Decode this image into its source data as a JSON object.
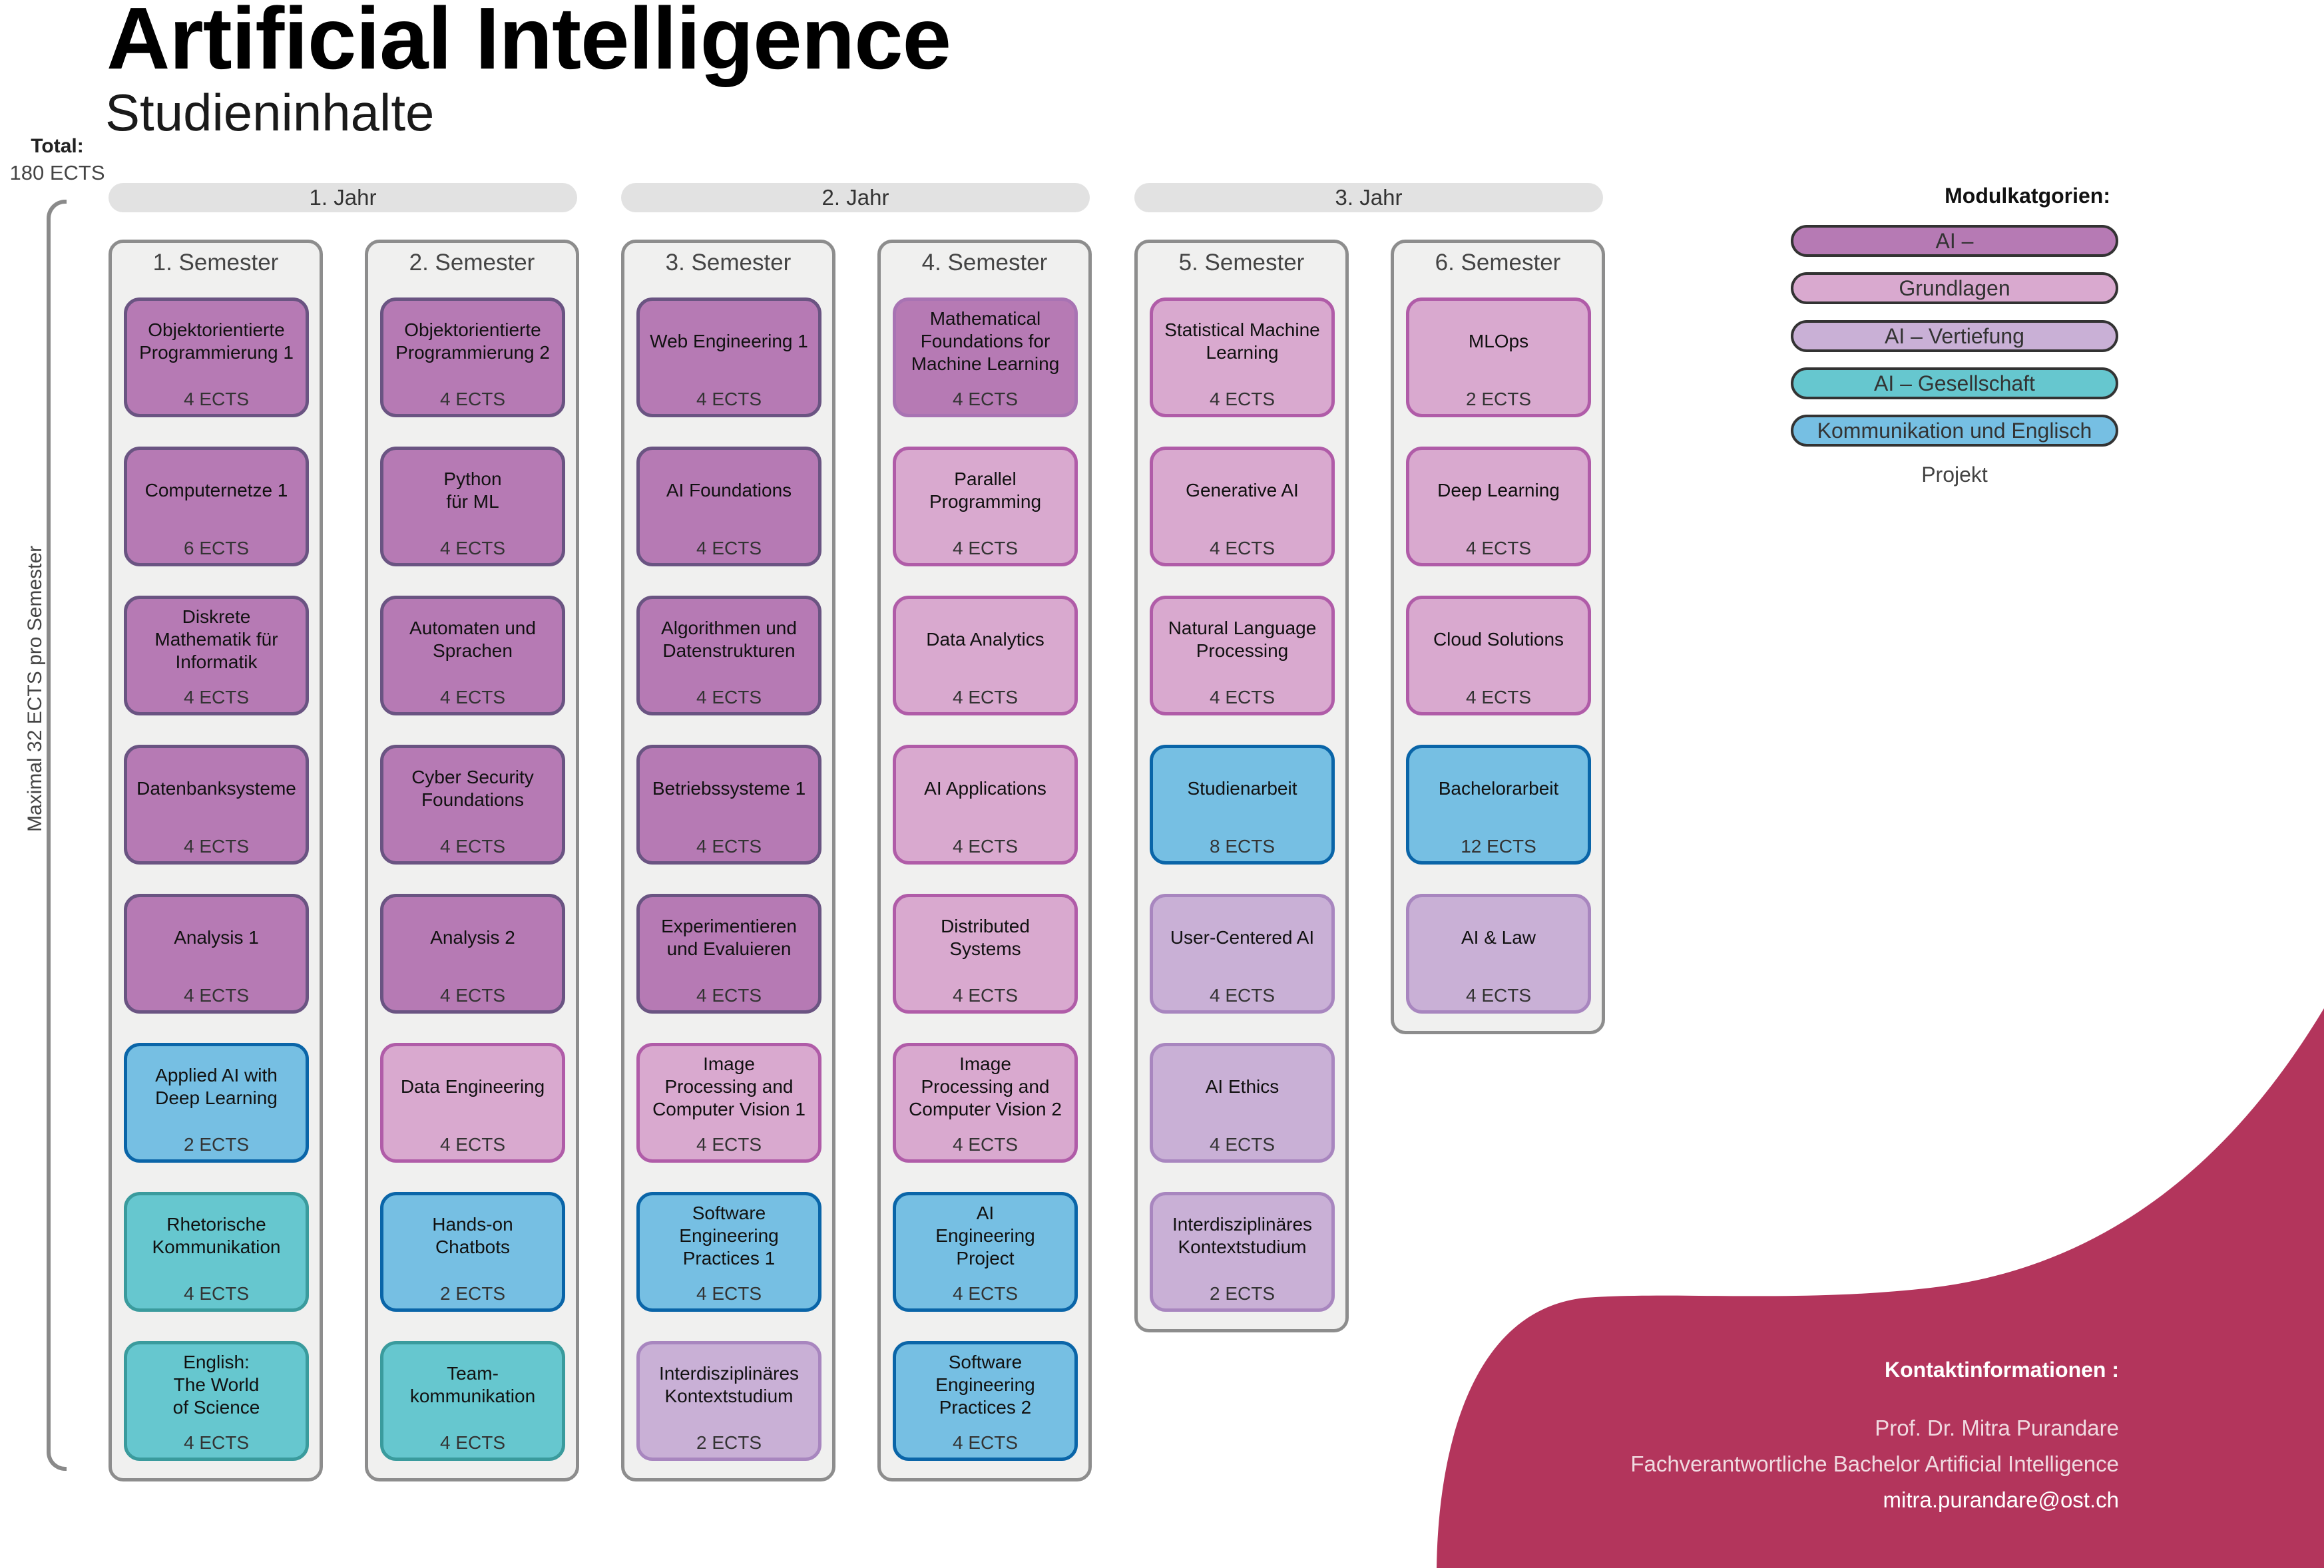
{
  "header": {
    "title": "Artificial Intelligence",
    "subtitle": "Studieninhalte"
  },
  "total": {
    "label": "Total:",
    "value": "180 ECTS"
  },
  "side_label": "Maximal 32  ECTS pro Semester",
  "years": [
    {
      "label": "1. Jahr"
    },
    {
      "label": "2. Jahr"
    },
    {
      "label": "3. Jahr"
    }
  ],
  "colors": {
    "ai_grundlagen_fill": "#b67ab4",
    "ai_vertiefung_fill": "#d9a9cf",
    "ai_gesellschaft_fill": "#c9b0d6",
    "kommunikation_fill": "#66c7cf",
    "projekt_fill": "#76bfe3",
    "semester_bg": "#f0f0ef",
    "year_bar": "#e2e2e2",
    "contact_blob": "#b3355c"
  },
  "semesters": [
    {
      "title": "1. Semester",
      "modules": [
        {
          "name": "Objektorientierte\nProgrammierung 1",
          "ects": "4 ECTS",
          "category": "grund"
        },
        {
          "name": "Computernetze 1",
          "ects": "6 ECTS",
          "category": "grund"
        },
        {
          "name": "Diskrete\nMathematik für\nInformatik",
          "ects": "4 ECTS",
          "category": "grund"
        },
        {
          "name": "Datenbanksysteme",
          "ects": "4 ECTS",
          "category": "grund"
        },
        {
          "name": "Analysis 1",
          "ects": "4 ECTS",
          "category": "grund"
        },
        {
          "name": "Applied AI with\nDeep Learning",
          "ects": "2 ECTS",
          "category": "proj"
        },
        {
          "name": "Rhetorische\nKommunikation",
          "ects": "4 ECTS",
          "category": "komm"
        },
        {
          "name": "English:\nThe World\nof Science",
          "ects": "4 ECTS",
          "category": "komm"
        }
      ]
    },
    {
      "title": "2. Semester",
      "modules": [
        {
          "name": "Objektorientierte\nProgrammierung 2",
          "ects": "4 ECTS",
          "category": "grund"
        },
        {
          "name": "Python\nfür ML",
          "ects": "4 ECTS",
          "category": "grund"
        },
        {
          "name": "Automaten und\nSprachen",
          "ects": "4 ECTS",
          "category": "grund"
        },
        {
          "name": "Cyber Security\nFoundations",
          "ects": "4 ECTS",
          "category": "grund"
        },
        {
          "name": "Analysis 2",
          "ects": "4 ECTS",
          "category": "grund"
        },
        {
          "name": "Data Engineering",
          "ects": "4 ECTS",
          "category": "vert"
        },
        {
          "name": "Hands-on\nChatbots",
          "ects": "2 ECTS",
          "category": "proj"
        },
        {
          "name": "Team-\nkommunikation",
          "ects": "4 ECTS",
          "category": "komm"
        }
      ]
    },
    {
      "title": "3. Semester",
      "modules": [
        {
          "name": "Web Engineering 1",
          "ects": "4 ECTS",
          "category": "grund"
        },
        {
          "name": "AI Foundations",
          "ects": "4 ECTS",
          "category": "grund"
        },
        {
          "name": "Algorithmen und\nDatenstrukturen",
          "ects": "4 ECTS",
          "category": "grund"
        },
        {
          "name": "Betriebssysteme 1",
          "ects": "4 ECTS",
          "category": "grund"
        },
        {
          "name": "Experimentieren\nund Evaluieren",
          "ects": "4 ECTS",
          "category": "grund"
        },
        {
          "name": "Image\nProcessing and\nComputer Vision 1",
          "ects": "4 ECTS",
          "category": "vert"
        },
        {
          "name": "Software\nEngineering\nPractices 1",
          "ects": "4 ECTS",
          "category": "proj"
        },
        {
          "name": "Interdisziplinäres\nKontextstudium",
          "ects": "2 ECTS",
          "category": "ges"
        }
      ]
    },
    {
      "title": "4. Semester",
      "modules": [
        {
          "name": "Mathematical\nFoundations for\nMachine Learning",
          "ects": "4 ECTS",
          "category": "grund2"
        },
        {
          "name": "Parallel\nProgramming",
          "ects": "4 ECTS",
          "category": "vert"
        },
        {
          "name": "Data Analytics",
          "ects": "4 ECTS",
          "category": "vert"
        },
        {
          "name": "AI Applications",
          "ects": "4 ECTS",
          "category": "vert"
        },
        {
          "name": "Distributed\nSystems",
          "ects": "4 ECTS",
          "category": "vert"
        },
        {
          "name": "Image\nProcessing and\nComputer Vision 2",
          "ects": "4 ECTS",
          "category": "vert"
        },
        {
          "name": "AI\nEngineering\nProject",
          "ects": "4 ECTS",
          "category": "proj"
        },
        {
          "name": "Software\nEngineering\nPractices 2",
          "ects": "4 ECTS",
          "category": "proj"
        }
      ]
    },
    {
      "title": "5. Semester",
      "modules": [
        {
          "name": "Statistical Machine\nLearning",
          "ects": "4 ECTS",
          "category": "vert"
        },
        {
          "name": "Generative AI",
          "ects": "4 ECTS",
          "category": "vert"
        },
        {
          "name": "Natural Language\nProcessing",
          "ects": "4 ECTS",
          "category": "vert"
        },
        {
          "name": "Studienarbeit",
          "ects": "8 ECTS",
          "category": "proj"
        },
        {
          "name": "User-Centered AI",
          "ects": "4 ECTS",
          "category": "ges"
        },
        {
          "name": "AI Ethics",
          "ects": "4 ECTS",
          "category": "ges"
        },
        {
          "name": "Interdisziplinäres\nKontextstudium",
          "ects": "2 ECTS",
          "category": "ges"
        }
      ]
    },
    {
      "title": "6. Semester",
      "modules": [
        {
          "name": "MLOps",
          "ects": "2 ECTS",
          "category": "vert"
        },
        {
          "name": "Deep Learning",
          "ects": "4 ECTS",
          "category": "vert"
        },
        {
          "name": "Cloud Solutions",
          "ects": "4 ECTS",
          "category": "vert"
        },
        {
          "name": "Bachelorarbeit",
          "ects": "12 ECTS",
          "category": "proj"
        },
        {
          "name": "AI & Law",
          "ects": "4 ECTS",
          "category": "ges"
        }
      ]
    }
  ],
  "legend": {
    "title": "Modulkatgorien:",
    "items": [
      {
        "label": "AI –",
        "category": "grund"
      },
      {
        "label": "Grundlagen",
        "category": "vert"
      },
      {
        "label": "AI – Vertiefung",
        "category": "ges"
      },
      {
        "label": "AI – Gesellschaft",
        "category": "komm"
      },
      {
        "label": "Kommunikation und Englisch",
        "category": "proj"
      }
    ],
    "trailing_label": "Projekt"
  },
  "contact": {
    "heading": "Kontaktinformationen :",
    "name": "Prof. Dr. Mitra Purandare",
    "role": "Fachverantwortliche Bachelor Artificial Intelligence",
    "email": "mitra.purandare@ost.ch"
  }
}
